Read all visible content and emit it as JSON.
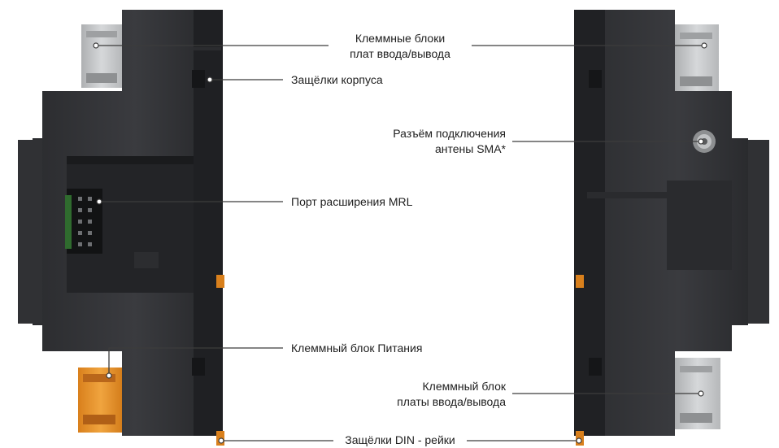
{
  "labels": {
    "io_terminal_blocks": {
      "line1": "Клеммные блоки",
      "line2": "плат ввода/вывода"
    },
    "case_latches": "Защёлки корпуса",
    "sma_connector": {
      "line1": "Разъём подключения",
      "line2": "антены SMA*"
    },
    "mrl_port": "Порт расширения MRL",
    "power_terminal_block": "Клеммный блок Питания",
    "io_terminal_block_single": {
      "line1": "Клеммный блок",
      "line2": "платы ввода/вывода"
    },
    "din_latches": "Защёлки DIN - рейки"
  },
  "colors": {
    "housing_dark": "#2f3033",
    "housing_mid": "#3a3b3e",
    "housing_shadow": "#222326",
    "terminal_grey": "#c9cbcd",
    "terminal_orange": "#e8962e",
    "leader_line": "#3c3c3c",
    "background": "#ffffff"
  }
}
